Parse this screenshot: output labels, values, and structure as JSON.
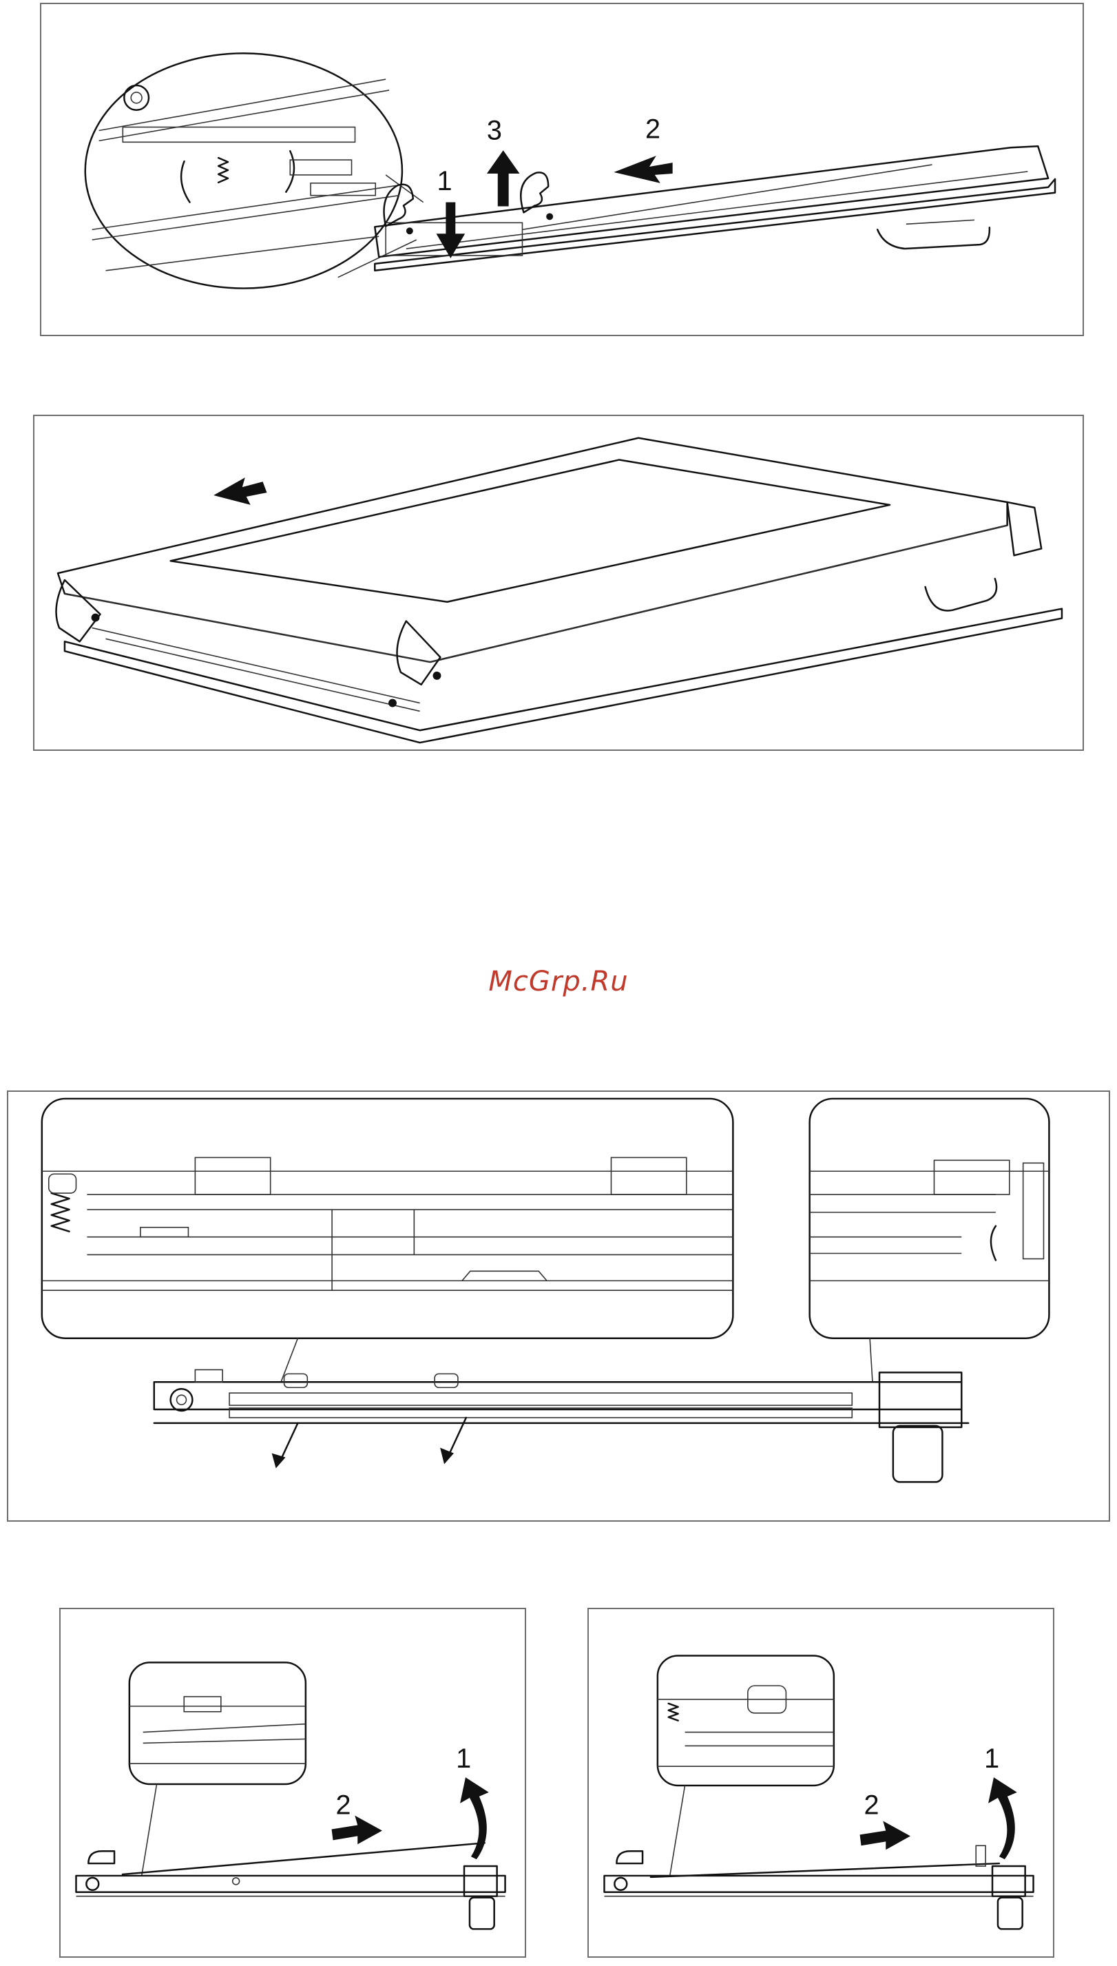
{
  "watermark": "McGrp.Ru",
  "figure1": {
    "step_labels": [
      "1",
      "2",
      "3"
    ]
  },
  "figure2": {
    "step_labels": []
  },
  "figure3": {
    "step_labels": []
  },
  "figure4": {
    "step_labels": [
      "1",
      "2"
    ]
  },
  "figure5": {
    "step_labels": [
      "1",
      "2"
    ]
  },
  "icons": [
    "arrow-down-icon",
    "arrow-up-icon",
    "arrow-left-icon",
    "arrow-right-icon",
    "curved-arrow-up-icon",
    "arrow-diagonal-down-icon"
  ]
}
